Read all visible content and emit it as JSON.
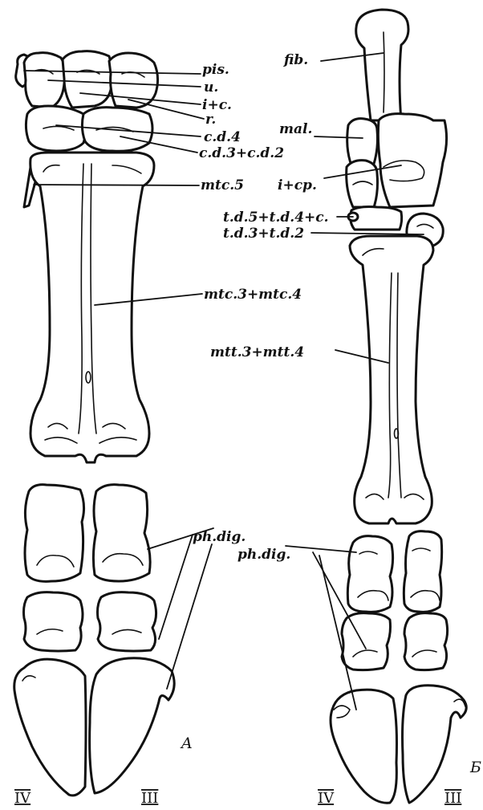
{
  "figure_a": {
    "panel_label": "A",
    "digit_left": "IV",
    "digit_right": "III",
    "labels": {
      "pis": "pis.",
      "u": "u.",
      "ic": "i+c.",
      "r": "r.",
      "cd4": "c.d.4",
      "cd3cd2": "c.d.3+c.d.2",
      "mtc5": "mtc.5",
      "mtc34": "mtc.3+mtc.4",
      "phdig": "ph.dig."
    }
  },
  "figure_b": {
    "panel_label": "Б",
    "digit_left": "IV",
    "digit_right": "III",
    "labels": {
      "fib": "fib.",
      "mal": "mal.",
      "icp": "i+cp.",
      "td54c": "t.d.5+t.d.4+c.",
      "td32": "t.d.3+t.d.2",
      "mtt34": "mtt.3+mtt.4",
      "phdig": "ph.dig."
    }
  }
}
